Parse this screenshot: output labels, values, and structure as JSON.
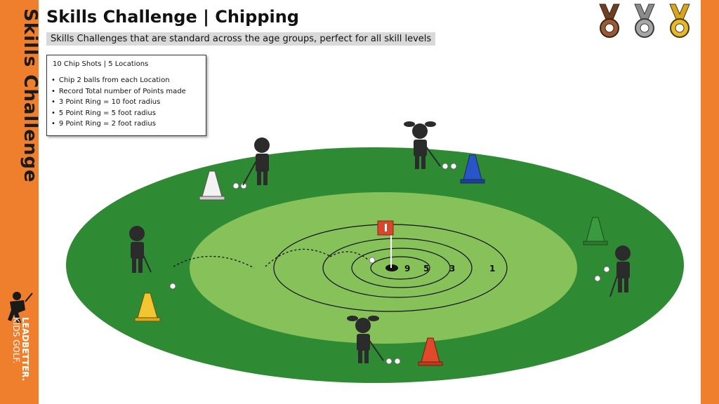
{
  "sidebar": {
    "title": "Skills Challenge"
  },
  "logo": {
    "line1": "LEADBETTER.",
    "line2": "KIDS GOLF."
  },
  "header": {
    "title": "Skills Challenge | Chipping",
    "subtitle": "Skills Challenges that are standard across the age groups, perfect for all skill levels"
  },
  "medals": [
    {
      "name": "bronze-medal-icon",
      "color": "#9a5a35"
    },
    {
      "name": "silver-medal-icon",
      "color": "#a6a6a6"
    },
    {
      "name": "gold-medal-icon",
      "color": "#e6b92c"
    }
  ],
  "info": {
    "heading": "10 Chip Shots | 5 Locations",
    "bullets": [
      "Chip 2 balls from each Location",
      "Record Total number of Points made",
      "3 Point Ring = 10 foot radius",
      "5 Point Ring = 5 foot radius",
      "9 Point Ring = 2 foot radius"
    ]
  },
  "rings": {
    "r9": "9",
    "r5": "5",
    "r3": "3",
    "r1": "1"
  },
  "colors": {
    "orange": "#ef7f2d",
    "rough": "#2e8b33",
    "green": "#86c15a",
    "flag": "#d9462b",
    "cone_white": "#f2f2f2",
    "cone_blue": "#2a55c7",
    "cone_green": "#3a9a3f",
    "cone_yellow": "#f2c531",
    "cone_red": "#e04a2a"
  }
}
